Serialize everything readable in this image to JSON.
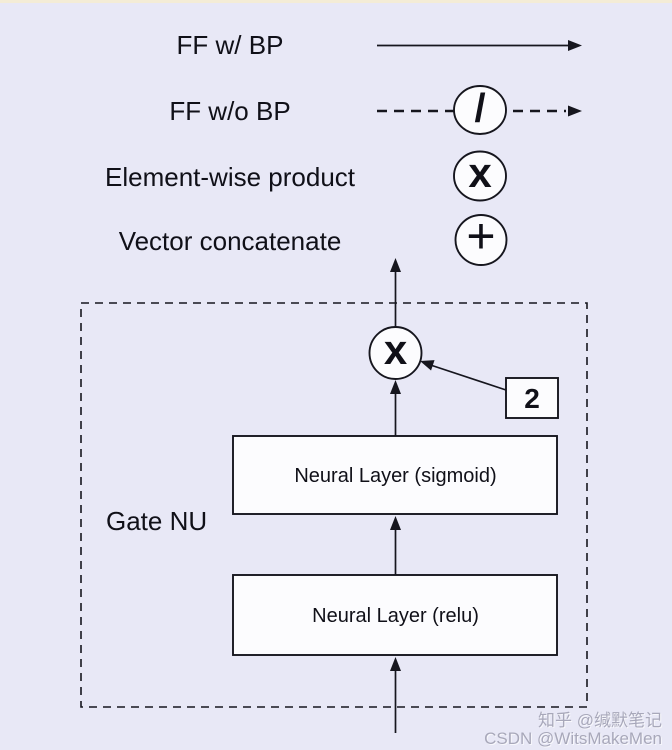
{
  "legend": {
    "items": [
      {
        "label": "FF w/ BP",
        "symbol": "solid-arrow"
      },
      {
        "label": "FF w/o BP",
        "symbol": "dashed-arrow-with-slash-circle",
        "symbol_char": "/"
      },
      {
        "label": "Element-wise product",
        "symbol": "circle-x",
        "symbol_char": "x"
      },
      {
        "label": "Vector concatenate",
        "symbol": "circle-plus",
        "symbol_char": "+"
      }
    ]
  },
  "diagram": {
    "group_label": "Gate NU",
    "product_symbol": "x",
    "weight_label": "2",
    "layers": {
      "sigmoid": "Neural Layer (sigmoid)",
      "relu": "Neural Layer (relu)"
    }
  },
  "watermark": {
    "line1": "知乎 @缄默笔记",
    "line2": "CSDN @WitsMakeMen"
  },
  "colors": {
    "background": "#e8e8f6",
    "top_strip": "#f4ecd6",
    "stroke": "#16161e",
    "node_fill": "#fcfcfe",
    "watermark_text": "#a8a8ba"
  }
}
